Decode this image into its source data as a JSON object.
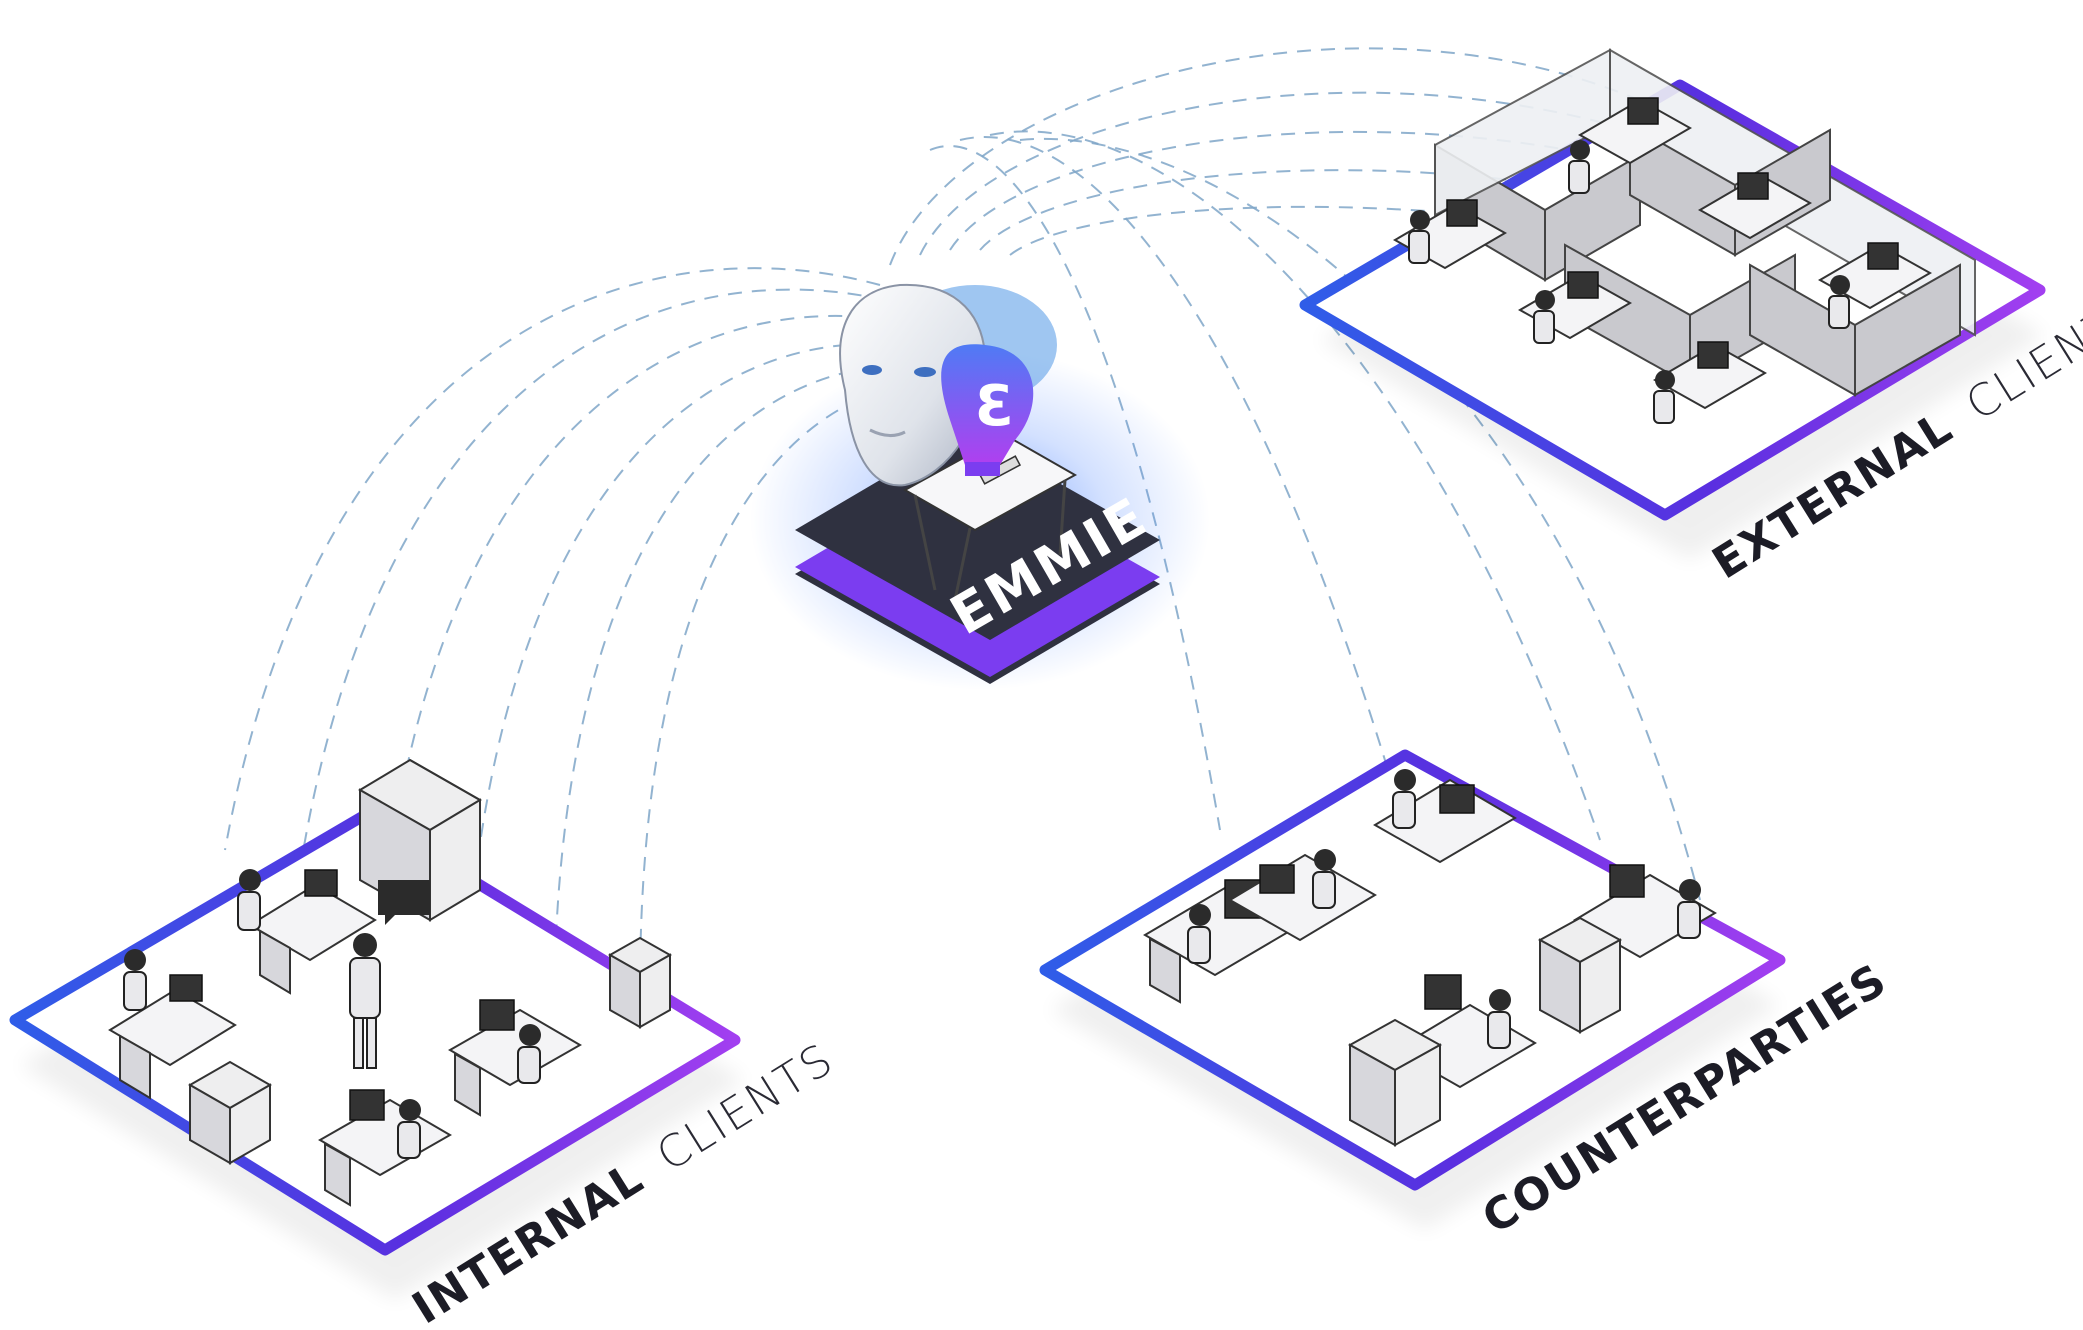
{
  "diagram": {
    "core": {
      "label": "EMMIE"
    },
    "nodes": [
      {
        "id": "internal",
        "label_bold": "INTERNAL",
        "label_light": "CLIENTS"
      },
      {
        "id": "external",
        "label_bold": "EXTERNAL",
        "label_light": "CLIENTS"
      },
      {
        "id": "counterparties",
        "label_bold": "COUNTERPARTIES",
        "label_light": ""
      }
    ],
    "colors": {
      "gradient_start": "#2f5de8",
      "gradient_mid": "#5a2fe0",
      "gradient_end": "#a23ff0",
      "platform_dark": "#2f3140",
      "link": "#7fa6c8",
      "glow": "#4f86ff"
    }
  }
}
